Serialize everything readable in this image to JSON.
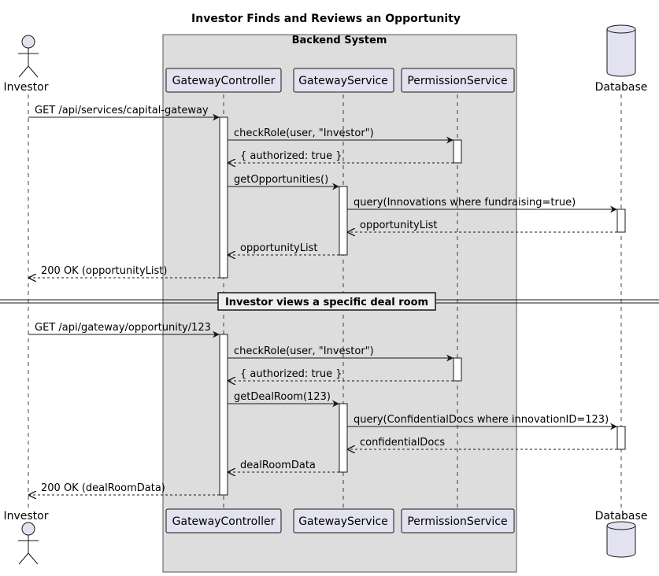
{
  "title": "Investor Finds and Reviews an Opportunity",
  "box": {
    "label": "Backend System"
  },
  "participants": {
    "investor": "Investor",
    "controller": "GatewayController",
    "service": "GatewayService",
    "permission": "PermissionService",
    "database": "Database"
  },
  "divider": {
    "label": "Investor views a specific deal room"
  },
  "messages": [
    {
      "from": "investor",
      "to": "controller",
      "label": "GET /api/services/capital-gateway",
      "type": "sync"
    },
    {
      "from": "controller",
      "to": "permission",
      "label": "checkRole(user, \"Investor\")",
      "type": "sync"
    },
    {
      "from": "permission",
      "to": "controller",
      "label": "{ authorized: true }",
      "type": "return"
    },
    {
      "from": "controller",
      "to": "service",
      "label": "getOpportunities()",
      "type": "sync"
    },
    {
      "from": "service",
      "to": "database",
      "label": "query(Innovations where fundraising=true)",
      "type": "sync"
    },
    {
      "from": "database",
      "to": "service",
      "label": "opportunityList",
      "type": "return"
    },
    {
      "from": "service",
      "to": "controller",
      "label": "opportunityList",
      "type": "return"
    },
    {
      "from": "controller",
      "to": "investor",
      "label": "200 OK (opportunityList)",
      "type": "return"
    },
    {
      "from": "investor",
      "to": "controller",
      "label": "GET /api/gateway/opportunity/123",
      "type": "sync"
    },
    {
      "from": "controller",
      "to": "permission",
      "label": "checkRole(user, \"Investor\")",
      "type": "sync"
    },
    {
      "from": "permission",
      "to": "controller",
      "label": "{ authorized: true }",
      "type": "return"
    },
    {
      "from": "controller",
      "to": "service",
      "label": "getDealRoom(123)",
      "type": "sync"
    },
    {
      "from": "service",
      "to": "database",
      "label": "query(ConfidentialDocs where innovationID=123)",
      "type": "sync"
    },
    {
      "from": "database",
      "to": "service",
      "label": "confidentialDocs",
      "type": "return"
    },
    {
      "from": "service",
      "to": "controller",
      "label": "dealRoomData",
      "type": "return"
    },
    {
      "from": "controller",
      "to": "investor",
      "label": "200 OK (dealRoomData)",
      "type": "return"
    }
  ],
  "colors": {
    "participant_fill": "#e2e2f0",
    "participant_border": "#181818",
    "box_fill": "#dddddd",
    "box_border": "#555555",
    "line": "#181818"
  }
}
